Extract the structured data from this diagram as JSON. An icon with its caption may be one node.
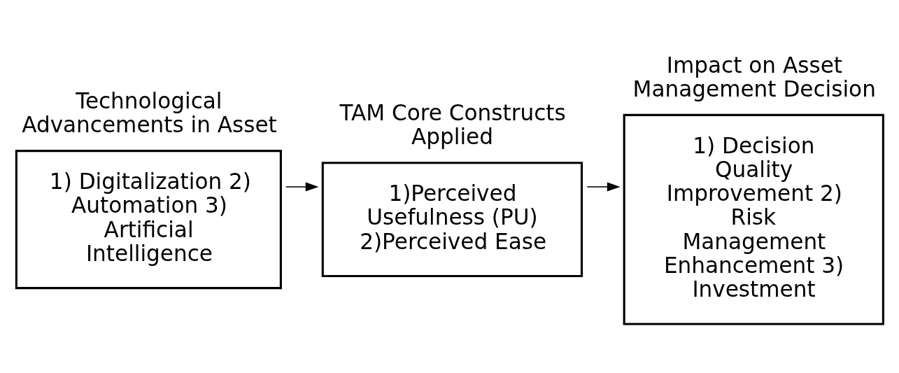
{
  "diagram": {
    "nodes": [
      {
        "text": [
          "Technological Advancements in Asset",
          "1) Digitalization 2) Automation 3) Artificial Intelligence"
        ]
      },
      {
        "text": [
          "TAM Core Constructs Applied",
          "1)Perceived Usefulness (PU) 2)Perceived Ease"
        ]
      },
      {
        "text": [
          "Impact on Asset Management Decision",
          "1) Decision Quality Improvement 2) Risk Management Enhancement 3) Investment"
        ]
      }
    ],
    "edges": [
      {
        "from": 0,
        "to": 1,
        "arrow": "to"
      },
      {
        "from": 1,
        "to": 2,
        "arrow": "to"
      }
    ]
  }
}
